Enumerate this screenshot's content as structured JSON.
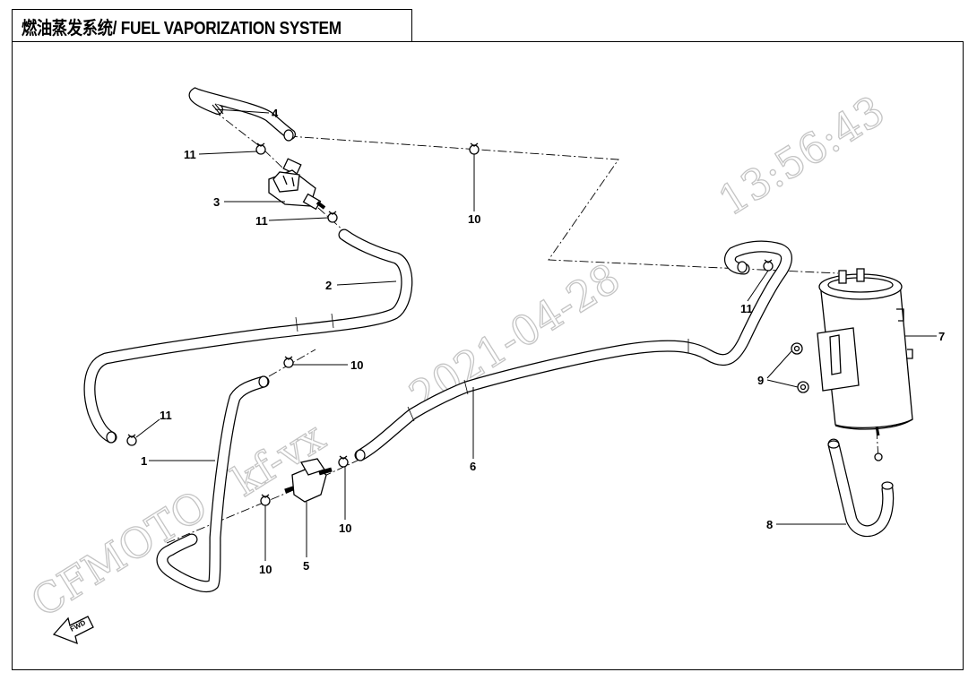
{
  "title": "燃油蒸发系统/ FUEL VAPORIZATION SYSTEM",
  "watermarks": {
    "brand": "CFMOTO",
    "code": "kf-vx",
    "date": "2021-04-28",
    "time": "13:56:43"
  },
  "fwd_label": "FWD",
  "callouts": {
    "c1": "1",
    "c2": "2",
    "c3": "3",
    "c4": "4",
    "c5": "5",
    "c6": "6",
    "c7": "7",
    "c8": "8",
    "c9": "9",
    "c10a": "10",
    "c10b": "10",
    "c10c": "10",
    "c10d": "10",
    "c11a": "11",
    "c11b": "11",
    "c11c": "11",
    "c11d": "11"
  }
}
